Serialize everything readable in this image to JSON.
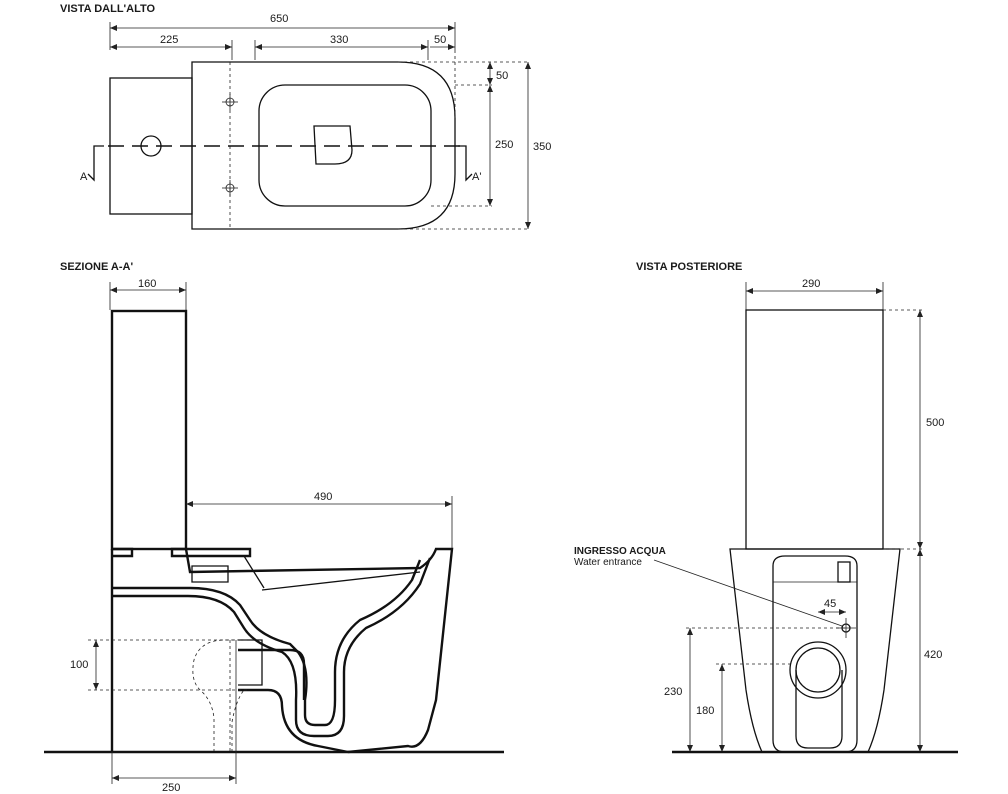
{
  "views": {
    "top": {
      "title": "VISTA DALL'ALTO",
      "dims": {
        "total_length": "650",
        "tank": "225",
        "bowl": "330",
        "rim": "50",
        "top_offset": "50",
        "inner_width": "250",
        "total_width": "350"
      },
      "section_marks": {
        "left": "A",
        "right": "A'"
      }
    },
    "section": {
      "title": "SEZIONE A-A'",
      "dims": {
        "tank_depth": "160",
        "projection": "490",
        "outlet_height": "100",
        "outlet_distance": "250"
      }
    },
    "rear": {
      "title": "VISTA POSTERIORE",
      "dims": {
        "width": "290",
        "tank_height": "500",
        "bowl_height": "420",
        "inlet_offset": "45",
        "inlet_height": "230",
        "outlet_height": "180"
      },
      "water_label": {
        "it": "INGRESSO ACQUA",
        "en": "Water entrance"
      }
    }
  }
}
